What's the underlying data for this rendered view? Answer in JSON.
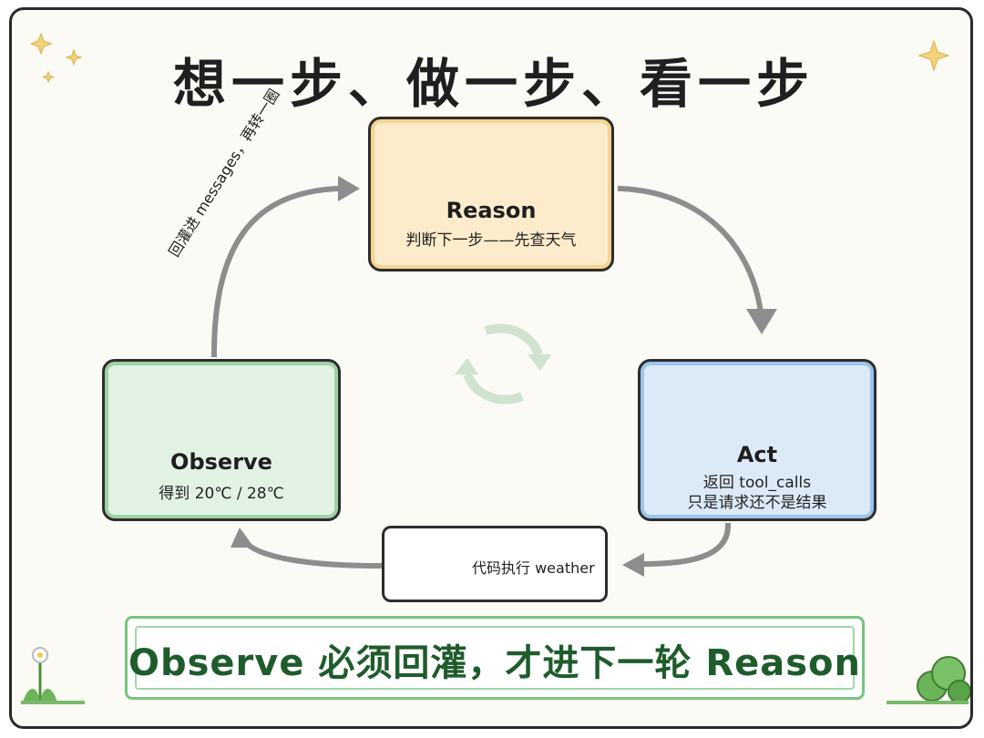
{
  "title": "想一步、做一步、看一步",
  "nodes": {
    "reason": {
      "name": "Reason",
      "desc": "判断下一步——先查天气",
      "icon": "lightbulb-icon"
    },
    "act": {
      "name": "Act",
      "desc_line1": "返回 tool_calls",
      "desc_line2": "只是请求还不是结果",
      "icon": "paper-plane-icon"
    },
    "observe": {
      "name": "Observe",
      "desc": "得到 20℃ / 28℃",
      "icon": "telescope-icon"
    }
  },
  "execution": {
    "label": "代码执行 weather",
    "icon": "terminal-gear-icon"
  },
  "loop_back_label": "回灌进 messages，再转一圈",
  "center_icon": "refresh-cycle-icon",
  "banner": "Observe 必须回灌，才进下一轮 Reason",
  "colors": {
    "reason_fill": "#fdeccb",
    "act_fill": "#dceaf8",
    "observe_fill": "#e2f2e3",
    "banner_text": "#1e5c2c",
    "arrow": "#8d8d8d"
  }
}
